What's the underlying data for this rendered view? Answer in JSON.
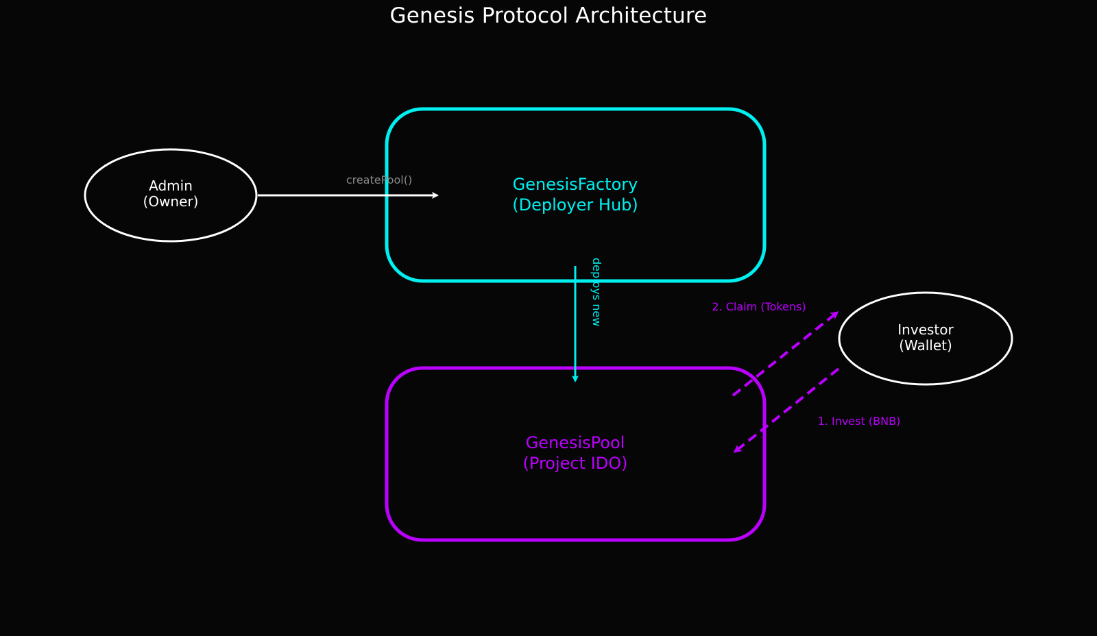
{
  "title": "Genesis Protocol Architecture",
  "colors": {
    "background": "#060606",
    "factory": "#00f0f0",
    "pool": "#bb00ff",
    "actor": "#ffffff",
    "edge_label_muted": "#8a8a8a"
  },
  "nodes": {
    "admin": {
      "line1": "Admin",
      "line2": "(Owner)",
      "shape": "ellipse"
    },
    "factory": {
      "line1": "GenesisFactory",
      "line2": "(Deployer Hub)",
      "shape": "rounded-rect"
    },
    "pool": {
      "line1": "GenesisPool",
      "line2": "(Project IDO)",
      "shape": "rounded-rect"
    },
    "investor": {
      "line1": "Investor",
      "line2": "(Wallet)",
      "shape": "ellipse"
    }
  },
  "edges": {
    "create_pool": {
      "from": "admin",
      "to": "factory",
      "label": "createPool()",
      "style": "solid"
    },
    "deploys": {
      "from": "factory",
      "to": "pool",
      "label": "deploys new",
      "style": "solid"
    },
    "claim": {
      "from": "pool",
      "to": "investor",
      "label": "2. Claim (Tokens)",
      "style": "dashed"
    },
    "invest": {
      "from": "investor",
      "to": "pool",
      "label": "1. Invest (BNB)",
      "style": "dashed"
    }
  }
}
